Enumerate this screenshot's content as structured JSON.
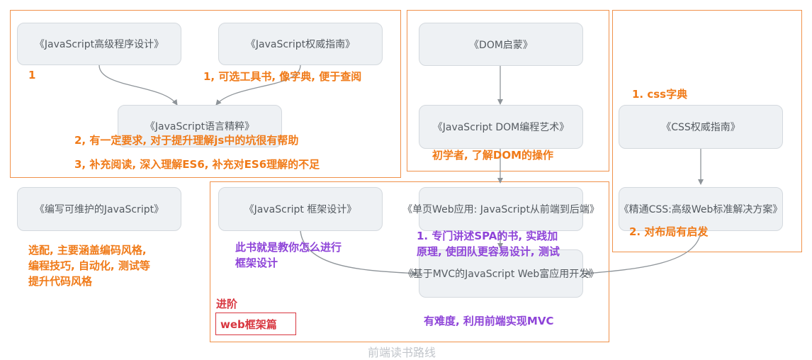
{
  "colors": {
    "frame": "#f0914a",
    "note_orange": "#f07a18",
    "note_purple": "#8e44d8",
    "accent_red": "#d8363f",
    "node_fill": "#eef1f4",
    "node_text": "#555b61",
    "arrow": "#8e9499"
  },
  "books": {
    "js_pro": "《JavaScript高级程序设计》",
    "js_definitive": "《JavaScript权威指南》",
    "dom_enlightenment": "《DOM启蒙》",
    "js_good_parts": "《JavaScript语言精粹》",
    "dom_scripting": "《JavaScript DOM编程艺术》",
    "css_definitive": "《CSS权威指南》",
    "maintainable_js": "《编写可维护的JavaScript》",
    "js_framework": "《JavaScript 框架设计》",
    "spa": "《单页Web应用: JavaScript从前端到后端》",
    "mastering_css": "《精通CSS:高级Web标准解决方案》",
    "mvc": "《基于MVC的JavaScript Web富应用开发》"
  },
  "notes": {
    "n_one": "1",
    "n_reference": "1, 可选工具书, 像字典, 便于查阅",
    "n_css_dict": "1. css字典",
    "n_good_parts": "2, 有一定要求, 对于提升理解js中的坑很有帮助",
    "n_es6": "3,  补充阅读, 深入理解ES6, 补充对ES6理解的不足",
    "n_beginner": "初学者, 了解DOM的操作",
    "n_layout": "2. 对布局有启发",
    "n_maintainable": [
      "选配, 主要涵盖编码风格,",
      "编程技巧, 自动化, 测试等",
      "提升代码风格"
    ],
    "n_framework": [
      "此书就是教你怎么进行",
      "框架设计"
    ],
    "n_spa": [
      "1. 专门讲述SPA的书, 实践加",
      "原理, 使团队更容易设计, 测试"
    ],
    "n_mvc": "有难度, 利用前端实现MVC",
    "advanced": "进阶",
    "web_framework": "web框架篇"
  },
  "caption": "前端读书路线"
}
